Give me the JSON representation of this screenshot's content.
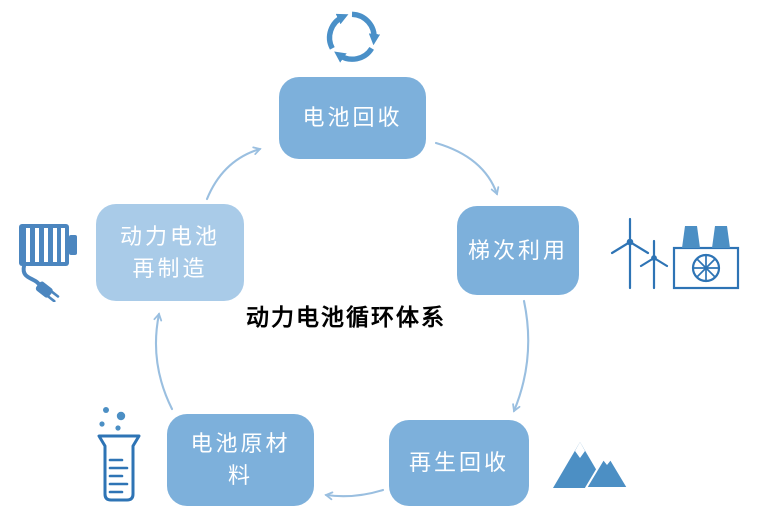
{
  "title": "动力电池循环体系",
  "nodes": [
    {
      "label": "电池回收"
    },
    {
      "label": "梯次利用"
    },
    {
      "label": "再生回收"
    },
    {
      "label": "电池原材\n料"
    },
    {
      "label": "动力电池\n再制造"
    }
  ],
  "flow": {
    "edges": [
      {
        "from": "电池回收",
        "to": "梯次利用"
      },
      {
        "from": "梯次利用",
        "to": "再生回收"
      },
      {
        "from": "再生回收",
        "to": "电池原材料"
      },
      {
        "from": "电池原材料",
        "to": "动力电池再制造"
      },
      {
        "from": "动力电池再制造",
        "to": "电池回收"
      }
    ]
  },
  "icons": [
    {
      "name": "recycle-arrows-icon"
    },
    {
      "name": "wind-turbines-factory-icon"
    },
    {
      "name": "mountains-icon"
    },
    {
      "name": "beaker-icon"
    },
    {
      "name": "battery-plug-icon"
    }
  ],
  "colors": {
    "node_primary": "#7DB0DB",
    "node_light": "#A9CBE8",
    "node_text": "#FFFFFF",
    "arrow": "#9ABFE0",
    "icon_stroke": "#2E74B5",
    "icon_fill": "#4C8FC4",
    "title_text": "#000000",
    "background": "#FFFFFF"
  }
}
